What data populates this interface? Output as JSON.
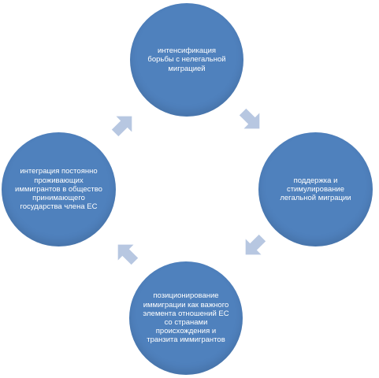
{
  "diagram": {
    "colors": {
      "node_fill": "#4f81bd",
      "arrow_fill": "#b7c7e1"
    },
    "nodes": [
      {
        "label": "интенсификация борьбы с нелегальной миграцией"
      },
      {
        "label": "поддержка и стимулирование легальной миграции"
      },
      {
        "label": "позиционирование иммиграции как важного элемента отношений ЕС со странами происхождения и транзита иммигрантов"
      },
      {
        "label": "интеграция постоянно проживающих иммигрантов в общество принимающего государства члена ЕС"
      }
    ]
  }
}
